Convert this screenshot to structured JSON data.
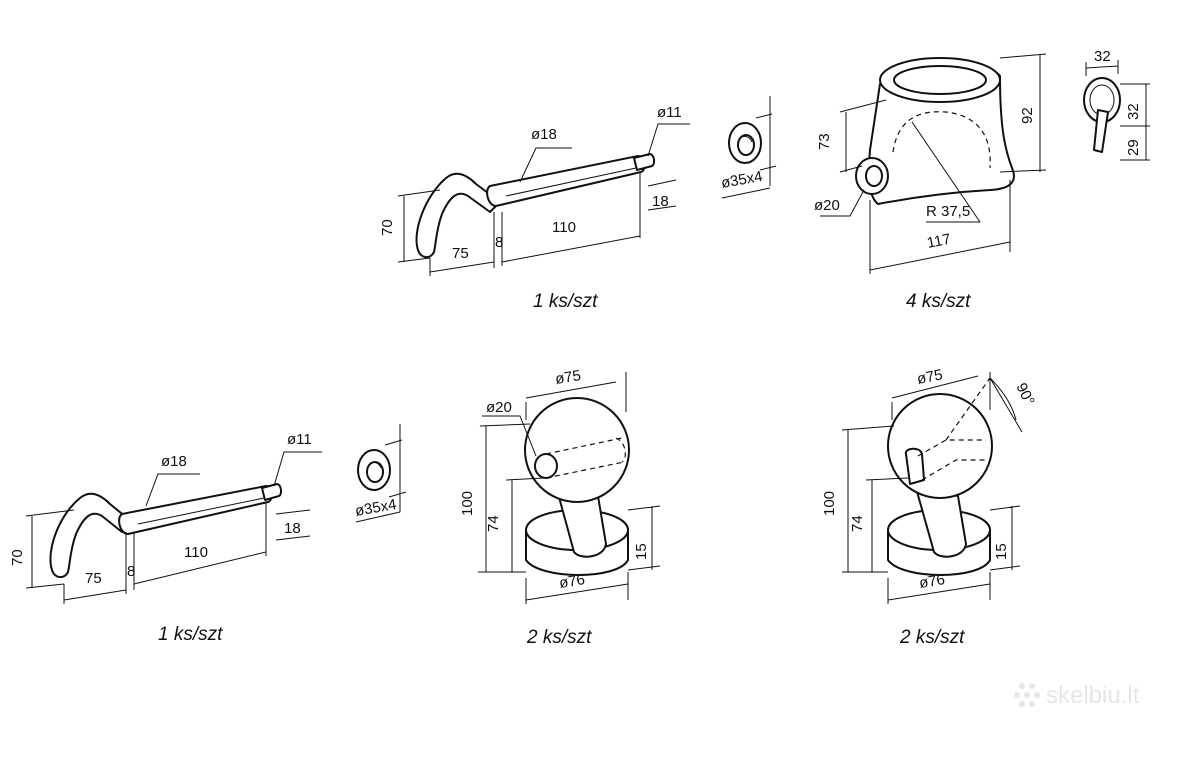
{
  "dimensions": {
    "pin_upper": {
      "d_shaft": "ø18",
      "d_tip": "ø11",
      "height": "70",
      "handle": "75",
      "collar": "8",
      "length": "110",
      "tip": "18"
    },
    "ring_upper": {
      "size": "ø35x4"
    },
    "cone": {
      "height_front": "73",
      "height_total": "92",
      "radius": "R 37,5",
      "d_hole": "ø20",
      "width": "117",
      "clip_top": "32",
      "clip_right": "32",
      "clip_bottom": "29"
    },
    "pin_lower": {
      "d_shaft": "ø18",
      "d_tip": "ø11",
      "height": "70",
      "handle": "75",
      "collar": "8",
      "length": "110",
      "tip": "18"
    },
    "ring_lower": {
      "size": "ø35x4"
    },
    "ball_straight": {
      "d_ball": "ø75",
      "d_hole": "ø20",
      "height": "100",
      "center": "74",
      "base_h": "15",
      "d_base": "ø76"
    },
    "ball_angled": {
      "d_ball": "ø75",
      "angle": "90°",
      "height": "100",
      "center": "74",
      "base_h": "15",
      "d_base": "ø76"
    }
  },
  "captions": {
    "pin_upper": "1 ks/szt",
    "cone": "4 ks/szt",
    "pin_lower": "1 ks/szt",
    "ball_straight": "2 ks/szt",
    "ball_angled": "2 ks/szt"
  },
  "watermark": "skelbiu.lt"
}
